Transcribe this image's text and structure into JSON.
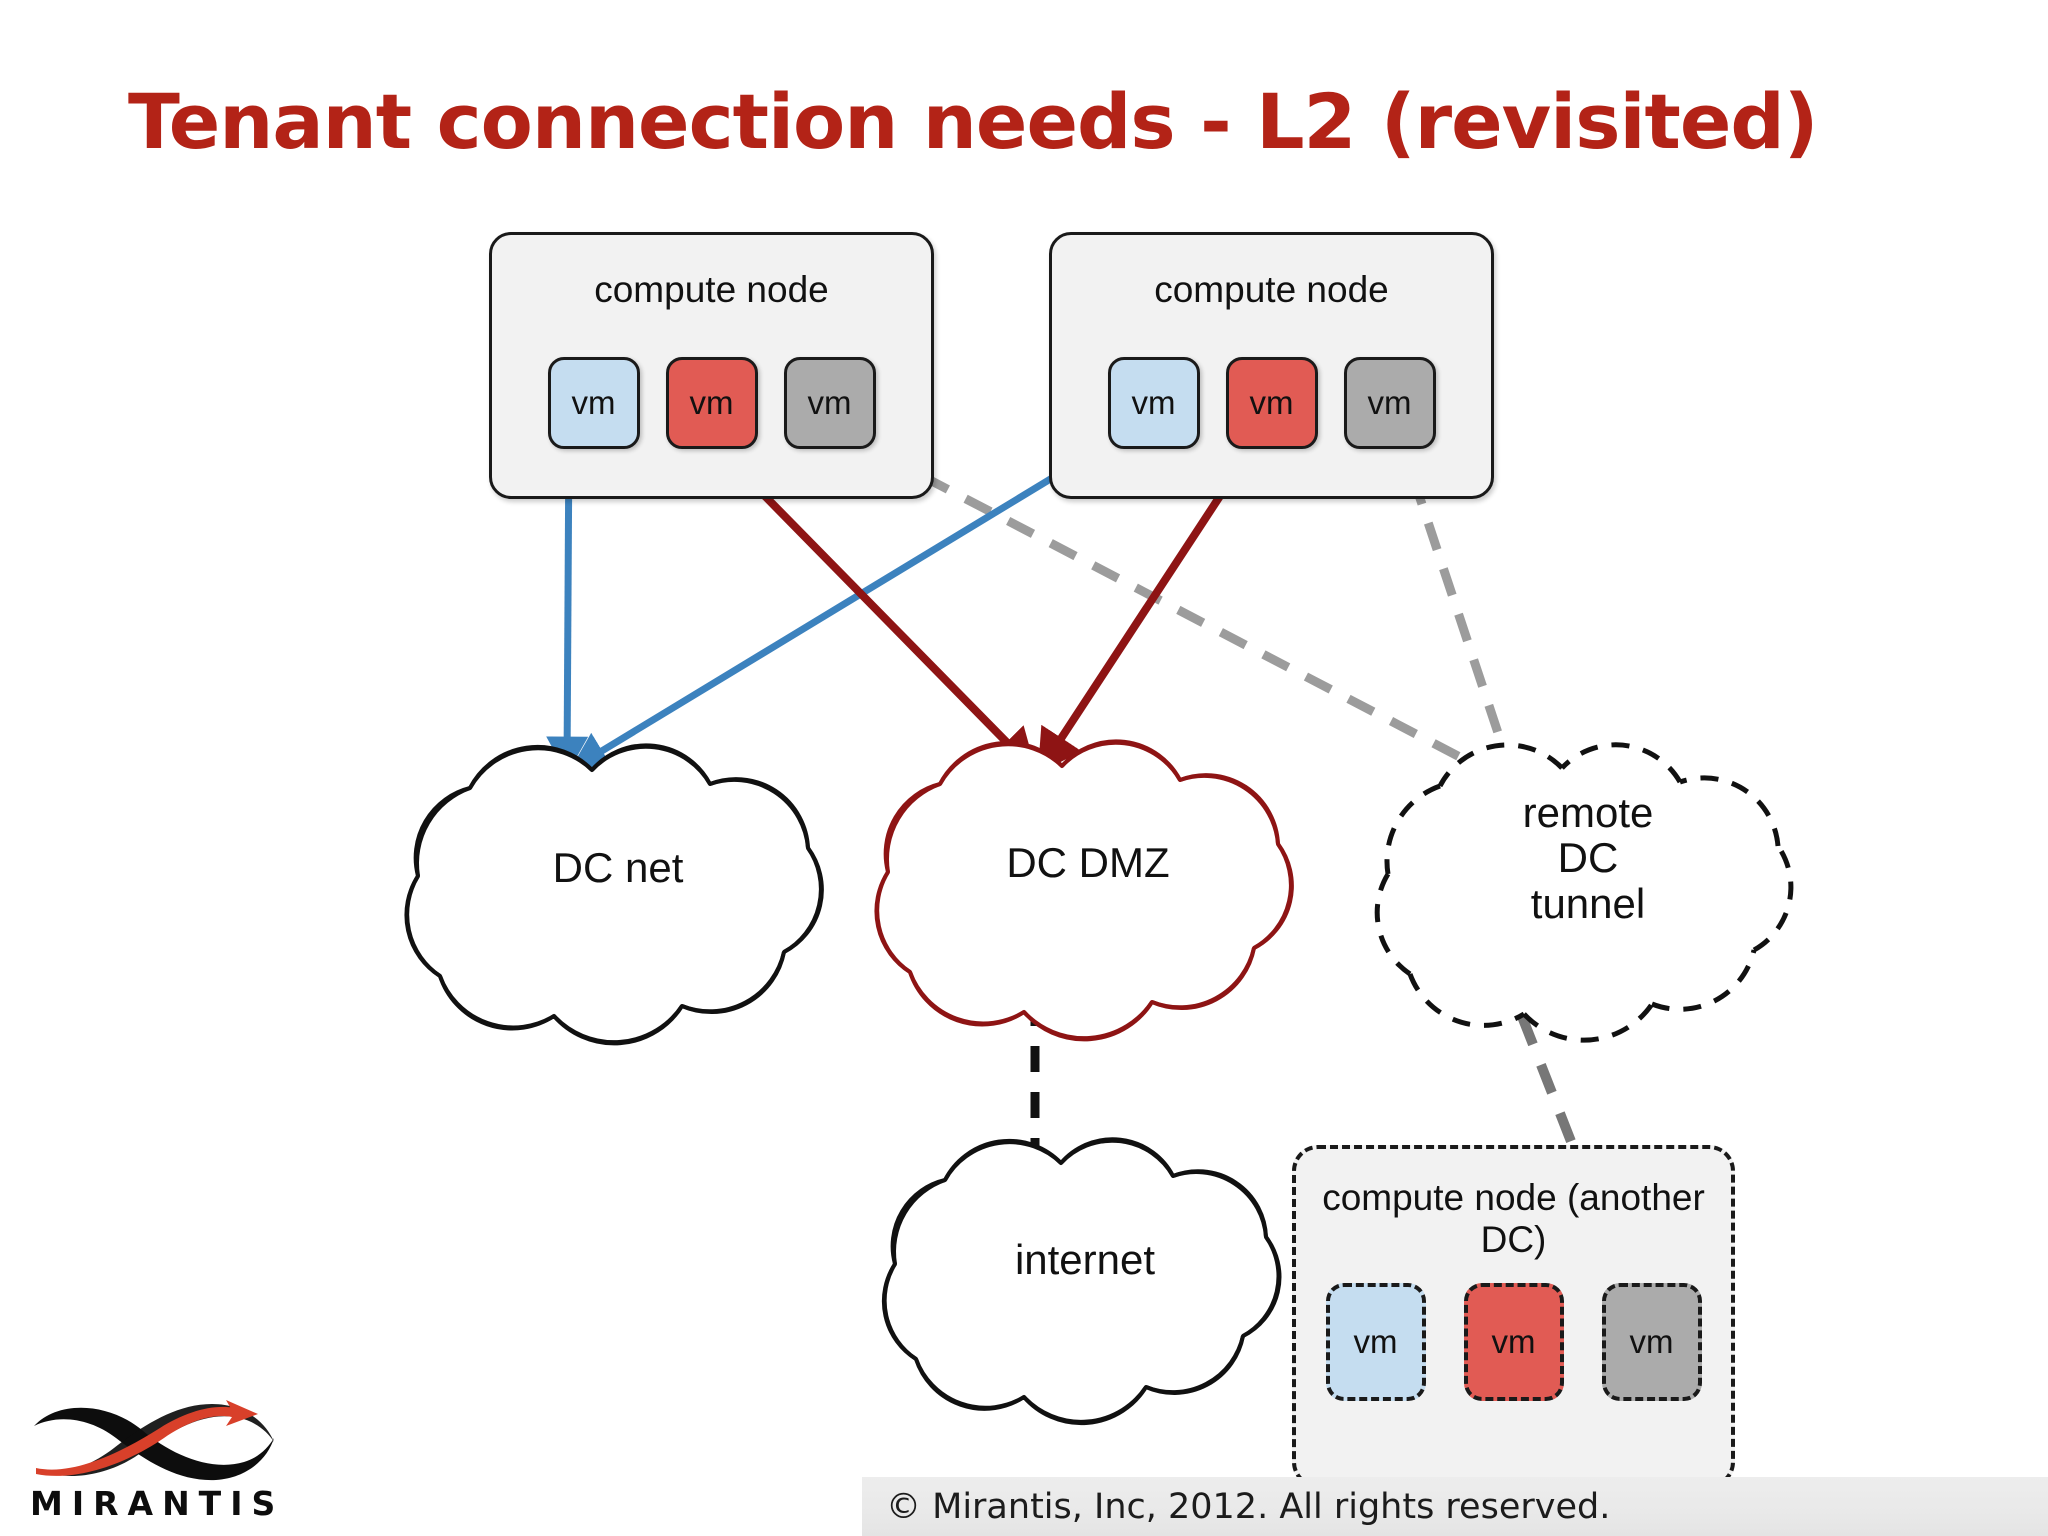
{
  "slide": {
    "title": "Tenant connection needs - L2 (revisited)",
    "title_color": "#B32317",
    "background": "#FFFFFF"
  },
  "colors": {
    "title_red": "#B32317",
    "vm_blue": "#C5DDF0",
    "vm_red": "#E15B54",
    "vm_gray": "#ABABAB",
    "link_blue": "#3C82BE",
    "link_darkred": "#8E1414",
    "link_gray": "#9C9C9C",
    "cloud_black": "#111111",
    "cloud_darkred": "#8E1414",
    "node_fill": "#F2F2F2",
    "node_stroke": "#1A1A1A",
    "footer_bg": "#E9E9E9"
  },
  "compute_nodes": [
    {
      "id": "compute-node-1",
      "label": "compute node",
      "style": "solid",
      "vms": [
        {
          "label": "vm",
          "color": "blue"
        },
        {
          "label": "vm",
          "color": "red"
        },
        {
          "label": "vm",
          "color": "gray"
        }
      ]
    },
    {
      "id": "compute-node-2",
      "label": "compute node",
      "style": "solid",
      "vms": [
        {
          "label": "vm",
          "color": "blue"
        },
        {
          "label": "vm",
          "color": "red"
        },
        {
          "label": "vm",
          "color": "gray"
        }
      ]
    },
    {
      "id": "compute-node-3",
      "label": "compute node\n(another DC)",
      "style": "dashed",
      "vms": [
        {
          "label": "vm",
          "color": "blue"
        },
        {
          "label": "vm",
          "color": "red"
        },
        {
          "label": "vm",
          "color": "gray"
        }
      ]
    }
  ],
  "clouds": [
    {
      "id": "cloud-dc-net",
      "label": "DC net",
      "outline": "solid",
      "outline_color": "#111111"
    },
    {
      "id": "cloud-dc-dmz",
      "label": "DC DMZ",
      "outline": "solid",
      "outline_color": "#8E1414"
    },
    {
      "id": "cloud-remote",
      "label": "remote\nDC\ntunnel",
      "outline": "dashed",
      "outline_color": "#111111"
    },
    {
      "id": "cloud-internet",
      "label": "internet",
      "outline": "solid",
      "outline_color": "#111111"
    }
  ],
  "connections": [
    {
      "id": "link-n1blue-dcnet",
      "from": "node1-vm-blue",
      "to": "cloud-dc-net",
      "color": "#3C82BE",
      "style": "solid",
      "arrow": true
    },
    {
      "id": "link-n2blue-dcnet",
      "from": "node2-vm-blue",
      "to": "cloud-dc-net",
      "color": "#3C82BE",
      "style": "solid",
      "arrow": true
    },
    {
      "id": "link-n1red-dcdmz",
      "from": "node1-vm-red",
      "to": "cloud-dc-dmz",
      "color": "#8E1414",
      "style": "solid",
      "arrow": true
    },
    {
      "id": "link-n2red-dcdmz",
      "from": "node2-vm-red",
      "to": "cloud-dc-dmz",
      "color": "#8E1414",
      "style": "solid",
      "arrow": true
    },
    {
      "id": "link-n1gray-remote",
      "from": "node1-vm-gray",
      "to": "cloud-remote",
      "color": "#9C9C9C",
      "style": "dashed",
      "arrow": false
    },
    {
      "id": "link-n2gray-remote",
      "from": "node2-vm-gray",
      "to": "cloud-remote",
      "color": "#9C9C9C",
      "style": "dashed",
      "arrow": false
    },
    {
      "id": "link-remote-node3gray",
      "from": "cloud-remote",
      "to": "node3-vm-gray",
      "color": "#777777",
      "style": "dashed",
      "arrow": false
    },
    {
      "id": "link-dcdmz-internet",
      "from": "cloud-dc-dmz",
      "to": "cloud-internet",
      "color": "#111111",
      "style": "dashed",
      "arrow": false
    }
  ],
  "footer": {
    "copyright": "© Mirantis, Inc, 2012. All rights reserved."
  },
  "logo": {
    "wordmark": "MIRANTIS"
  }
}
